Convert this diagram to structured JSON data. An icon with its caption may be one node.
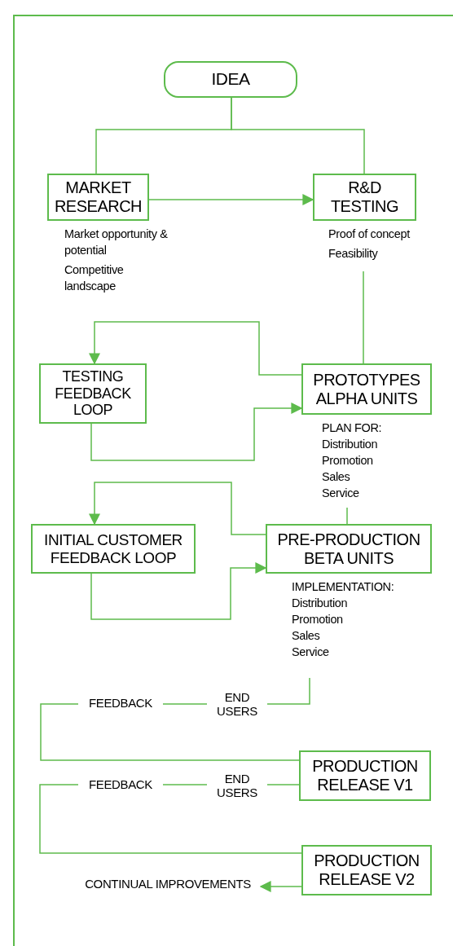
{
  "diagram": {
    "nodes": [
      {
        "text": [
          "IDEA"
        ]
      },
      {
        "text": [
          "MARKET RESEARCH"
        ],
        "beside": [
          "Market opportunity & potential",
          "Competitive landscape"
        ]
      },
      {
        "text": [
          "R&D TESTING"
        ],
        "beside": [
          "Proof of concept",
          "Feasibility"
        ]
      },
      {
        "text": [
          "TESTING FEEDBACK LOOP"
        ]
      },
      {
        "text": [
          "PROTOTYPES ALPHA UNITS"
        ],
        "beside": [
          "PLAN FOR:",
          "Distribution",
          "Promotion",
          "Sales",
          "Service"
        ]
      },
      {
        "text": [
          "INITIAL CUSTOMER FEEDBACK LOOP"
        ]
      },
      {
        "text": [
          "PRE-PRODUCTION BETA UNITS"
        ],
        "beside": [
          "IMPLEMENTATION:",
          "Distribution",
          "Promotion",
          "Sales",
          "Service"
        ]
      },
      {
        "text": [
          "FEEDBACK"
        ]
      },
      {
        "text": [
          "END USERS"
        ]
      },
      {
        "text": [
          "PRODUCTION RELEASE V1"
        ]
      },
      {
        "text": [
          "FEEDBACK"
        ]
      },
      {
        "text": [
          "END USERS"
        ]
      },
      {
        "text": [
          "PRODUCTION RELEASE V2"
        ]
      },
      {
        "text": [
          "CONTINUAL IMPROVEMENTS"
        ]
      }
    ],
    "edges": [
      {
        "from": 0,
        "to": 1,
        "arrow": "none"
      },
      {
        "from": 0,
        "to": 2,
        "arrow": "none"
      },
      {
        "from": 1,
        "to": 2,
        "arrow": "to"
      },
      {
        "from": 2,
        "to": 4,
        "arrow": "none"
      },
      {
        "from": 4,
        "to": 3,
        "arrow": "to"
      },
      {
        "from": 3,
        "to": 4,
        "arrow": "to"
      },
      {
        "from": 4,
        "to": 6,
        "arrow": "none"
      },
      {
        "from": 6,
        "to": 5,
        "arrow": "to"
      },
      {
        "from": 5,
        "to": 6,
        "arrow": "to"
      },
      {
        "from": 6,
        "to": 8,
        "arrow": "none"
      },
      {
        "from": 8,
        "to": 7,
        "arrow": "none"
      },
      {
        "from": 7,
        "to": 9,
        "arrow": "none"
      },
      {
        "from": 9,
        "to": 11,
        "arrow": "none"
      },
      {
        "from": 11,
        "to": 10,
        "arrow": "none"
      },
      {
        "from": 10,
        "to": 12,
        "arrow": "none"
      },
      {
        "from": 12,
        "to": 13,
        "arrow": "to"
      }
    ]
  }
}
